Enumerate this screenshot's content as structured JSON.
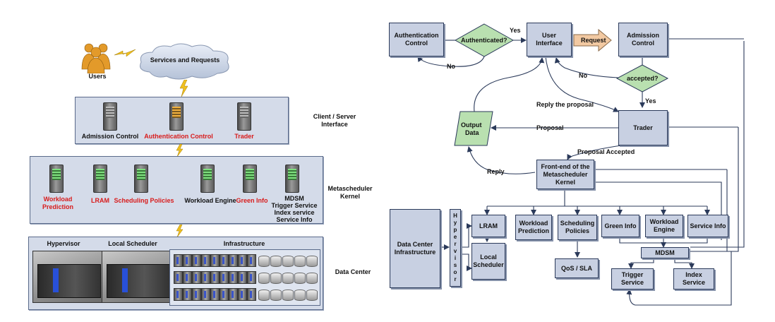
{
  "left": {
    "users_label": "Users",
    "cloud_label": "Services and Requests",
    "client_server": {
      "side_label_1": "Client / Server",
      "side_label_2": "Interface",
      "items": [
        "Admission Control",
        "Authentication Control",
        "Trader"
      ]
    },
    "kernel": {
      "side_label_1": "Metascheduler",
      "side_label_2": "Kernel",
      "workload_prediction_1": "Workload",
      "workload_prediction_2": "Prediction",
      "lram": "LRAM",
      "scheduling_policies": "Scheduling Policies",
      "workload_engine": "Workload Engine",
      "green_info": "Green Info",
      "mdsm_1": "MDSM",
      "mdsm_2": "Trigger Service",
      "mdsm_3": "Index service",
      "mdsm_4": "Service Info"
    },
    "datacenter": {
      "side_label": "Data Center",
      "hypervisor": "Hypervisor",
      "local_scheduler": "Local Scheduler",
      "infrastructure": "Infrastructure"
    },
    "colors": {
      "highlight": "#d81b1b",
      "panel": "#d4dbe9",
      "lightning": "#f0c020"
    }
  },
  "right": {
    "auth_control_1": "Authentication",
    "auth_control_2": "Control",
    "authenticated": "Authenticated?",
    "yes_1": "Yes",
    "no_1": "No",
    "ui_1": "User",
    "ui_2": "Interface",
    "request": "Request",
    "admission_1": "Admission",
    "admission_2": "Control",
    "no_2": "No",
    "accepted": "accepted?",
    "yes_2": "Yes",
    "reply_proposal": "Reply the proposal",
    "output_1": "Output",
    "output_2": "Data",
    "proposal": "Proposal",
    "trader": "Trader",
    "proposal_accepted": "Proposal Accepted",
    "reply": "Reply",
    "frontend_1": "Front-end of the",
    "frontend_2": "Metascheduler",
    "frontend_3": "Kernel",
    "hypervisor_letters": [
      "H",
      "y",
      "p",
      "e",
      "r",
      "v",
      "i",
      "s",
      "o",
      "r"
    ],
    "dc_infra_1": "Data Center",
    "dc_infra_2": "Infrastructure",
    "lram": "LRAM",
    "workload_prediction_1": "Workload",
    "workload_prediction_2": "Prediction",
    "scheduling_1": "Scheduling",
    "scheduling_2": "Policies",
    "green_info": "Green Info",
    "workload_engine_1": "Workload",
    "workload_engine_2": "Engine",
    "service_info": "Service Info",
    "local_scheduler_1": "Local",
    "local_scheduler_2": "Scheduler",
    "qos": "QoS / SLA",
    "mdsm": "MDSM",
    "trigger_1": "Trigger",
    "trigger_2": "Service",
    "index_1": "Index",
    "index_2": "Service",
    "colors": {
      "box": "#c8d0e2",
      "decision": "#b9e0b0",
      "request_arrow": "#f2c9a2",
      "line": "#2b3a5a"
    }
  }
}
